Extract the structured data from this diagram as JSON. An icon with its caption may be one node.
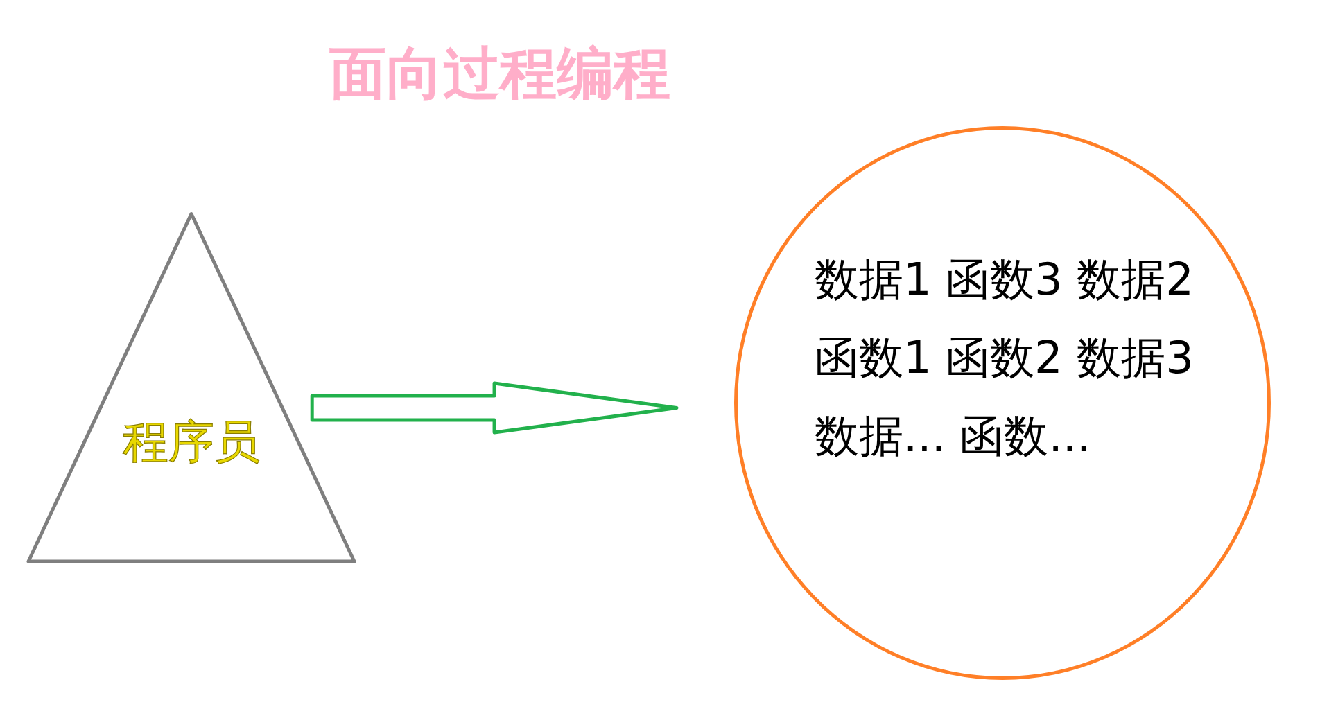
{
  "diagram": {
    "title": "面向过程编程",
    "nodes": [
      {
        "text": [
          "程序员"
        ]
      },
      {
        "text": [
          "数据1 函数3 数据2 函数1 函数2 数据3 数据... 函数..."
        ]
      }
    ],
    "edges": [
      {
        "from": 0,
        "to": 1,
        "arrow": "to"
      }
    ]
  }
}
